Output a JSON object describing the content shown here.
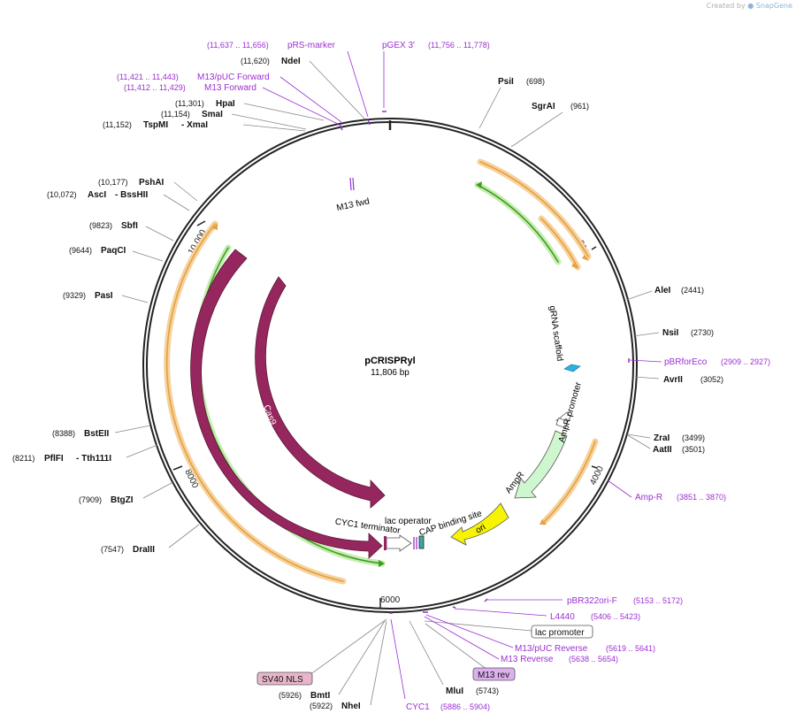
{
  "credit": {
    "prefix": "Created by",
    "brand": "SnapGene"
  },
  "plasmid": {
    "name": "pCRISPRyl",
    "length_label": "11,806 bp"
  },
  "ticks": [
    "2000",
    "4000",
    "6000",
    "8000",
    "10,000"
  ],
  "enzymes": [
    {
      "name": "NdeI",
      "pos": "(11,620)"
    },
    {
      "name": "HpaI",
      "pos": "(11,301)"
    },
    {
      "name": "SmaI",
      "pos": "(11,154)"
    },
    {
      "name": "TspMI",
      "name2": "- XmaI",
      "pos": "(11,152)"
    },
    {
      "name": "PsiI",
      "pos": "(698)"
    },
    {
      "name": "SgrAI",
      "pos": "(961)"
    },
    {
      "name": "PshAI",
      "pos": "(10,177)"
    },
    {
      "name": "AscI",
      "name2": "- BssHII",
      "pos": "(10,072)"
    },
    {
      "name": "SbfI",
      "pos": "(9823)"
    },
    {
      "name": "PaqCI",
      "pos": "(9644)"
    },
    {
      "name": "PasI",
      "pos": "(9329)"
    },
    {
      "name": "BstEII",
      "pos": "(8388)"
    },
    {
      "name": "PflFI",
      "name2": "- Tth111I",
      "pos": "(8211)"
    },
    {
      "name": "BtgZI",
      "pos": "(7909)"
    },
    {
      "name": "DraIII",
      "pos": "(7547)"
    },
    {
      "name": "AleI",
      "pos": "(2441)"
    },
    {
      "name": "NsiI",
      "pos": "(2730)"
    },
    {
      "name": "AvrII",
      "pos": "(3052)"
    },
    {
      "name": "ZraI",
      "pos": "(3499)"
    },
    {
      "name": "AatII",
      "pos": "(3501)"
    },
    {
      "name": "BmtI",
      "pos": "(5926)"
    },
    {
      "name": "NheI",
      "pos": "(5922)"
    },
    {
      "name": "MluI",
      "pos": "(5743)"
    }
  ],
  "primers": [
    {
      "name": "pRS-marker",
      "pos": "(11,637 .. 11,656)"
    },
    {
      "name": "pGEX 3'",
      "pos": "(11,756 .. 11,778)"
    },
    {
      "name": "M13/pUC Forward",
      "pos": "(11,421 .. 11,443)"
    },
    {
      "name": "M13 Forward",
      "pos": "(11,412 .. 11,429)"
    },
    {
      "name": "pBRforEco",
      "pos": "(2909 .. 2927)"
    },
    {
      "name": "Amp-R",
      "pos": "(3851 .. 3870)"
    },
    {
      "name": "pBR322ori-F",
      "pos": "(5153 .. 5172)"
    },
    {
      "name": "L4440",
      "pos": "(5406 .. 5423)"
    },
    {
      "name": "M13/pUC Reverse",
      "pos": "(5619 .. 5641)"
    },
    {
      "name": "M13 Reverse",
      "pos": "(5638 .. 5654)"
    },
    {
      "name": "CYC1",
      "pos": "(5886 .. 5904)"
    }
  ],
  "boxed_labels": {
    "sv40": "SV40 NLS",
    "lac_promoter": "lac promoter",
    "m13_rev": "M13 rev"
  },
  "features": {
    "gRNA": "gRNA scaffold",
    "ampr_promoter": "AmpR promoter",
    "ampr": "AmpR",
    "cap": "CAP binding site",
    "lac_operator": "lac operator",
    "cyc1_term": "CYC1 terminator",
    "cas9": "Cas9",
    "ori": "ori",
    "m13fwd": "M13 fwd"
  },
  "colors": {
    "backbone": "#222222",
    "cas9": "#96275e",
    "orange": "#e5a042",
    "orange_glow": "#f6d29c",
    "green": "#3f9c22",
    "green_glow": "#c6edb0",
    "ampr": "#cff7cf",
    "ori": "#f6f400",
    "primer": "#9b30d0",
    "gRNA": "#29b2e4"
  }
}
